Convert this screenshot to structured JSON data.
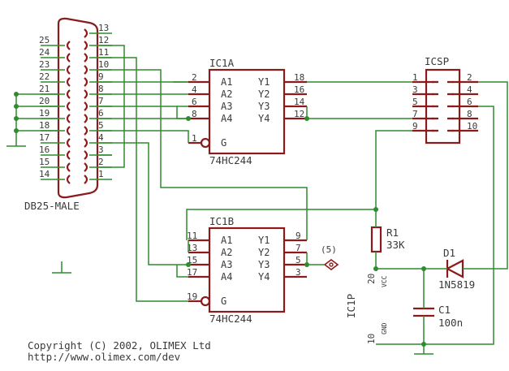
{
  "connector": {
    "name": "DB25-MALE",
    "left_pins": [
      "25",
      "24",
      "23",
      "22",
      "21",
      "20",
      "19",
      "18",
      "17",
      "16",
      "15",
      "14"
    ],
    "right_pins": [
      "13",
      "12",
      "11",
      "10",
      "9",
      "8",
      "7",
      "6",
      "5",
      "4",
      "3",
      "2",
      "1"
    ]
  },
  "ic1a": {
    "name": "IC1A",
    "part": "74HC244",
    "inputs": [
      {
        "pin": "2",
        "name": "A1"
      },
      {
        "pin": "4",
        "name": "A2"
      },
      {
        "pin": "6",
        "name": "A3"
      },
      {
        "pin": "8",
        "name": "A4"
      }
    ],
    "outputs": [
      {
        "pin": "18",
        "name": "Y1"
      },
      {
        "pin": "16",
        "name": "Y2"
      },
      {
        "pin": "14",
        "name": "Y3"
      },
      {
        "pin": "12",
        "name": "Y4"
      }
    ],
    "enable": {
      "pin": "1",
      "name": "G"
    }
  },
  "ic1b": {
    "name": "IC1B",
    "part": "74HC244",
    "inputs": [
      {
        "pin": "11",
        "name": "A1"
      },
      {
        "pin": "13",
        "name": "A2"
      },
      {
        "pin": "15",
        "name": "A3"
      },
      {
        "pin": "17",
        "name": "A4"
      }
    ],
    "outputs": [
      {
        "pin": "9",
        "name": "Y1"
      },
      {
        "pin": "7",
        "name": "Y2"
      },
      {
        "pin": "5",
        "name": "Y3"
      },
      {
        "pin": "3",
        "name": "Y4"
      }
    ],
    "enable": {
      "pin": "19",
      "name": "G"
    }
  },
  "icsp": {
    "name": "ICSP",
    "left_pins": [
      "1",
      "3",
      "5",
      "7",
      "9"
    ],
    "right_pins": [
      "2",
      "4",
      "6",
      "8",
      "10"
    ]
  },
  "power": {
    "name": "IC1P",
    "vcc_label": "VCC",
    "gnd_label": "GND",
    "vcc_pin": "20",
    "gnd_pin": "10"
  },
  "r1": {
    "name": "R1",
    "value": "33K"
  },
  "d1": {
    "name": "D1",
    "value": "1N5819"
  },
  "c1": {
    "name": "C1",
    "value": "100n"
  },
  "probe_label": "(5)",
  "footer": {
    "copyright": "Copyright (C) 2002, OLIMEX Ltd",
    "url": "http://www.olimex.com/dev"
  }
}
